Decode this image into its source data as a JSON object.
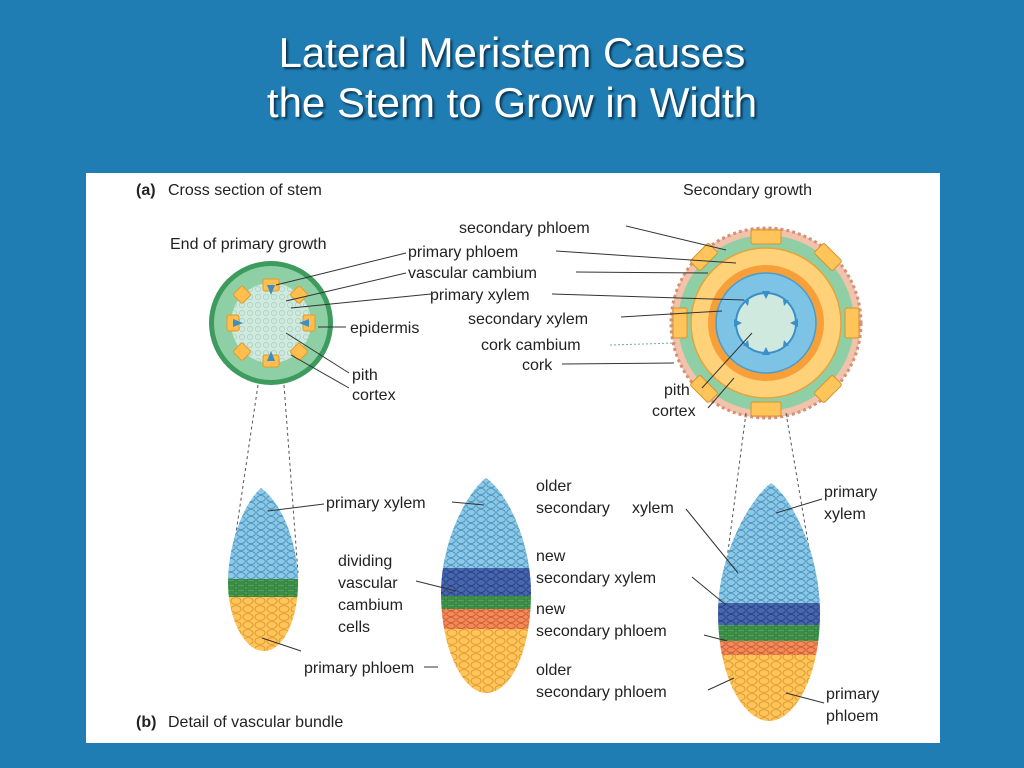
{
  "slide": {
    "title_line1": "Lateral Meristem Causes",
    "title_line2": "the Stem to Grow in Width"
  },
  "panel_a": {
    "letter": "(a)",
    "caption": "Cross section of stem",
    "left_heading": "End of primary growth",
    "right_heading": "Secondary  growth",
    "labels": {
      "secondary_phloem": "secondary phloem",
      "primary_phloem": "primary phloem",
      "vascular_cambium": "vascular cambium",
      "primary_xylem": "primary xylem",
      "secondary_xylem": "secondary xylem",
      "cork_cambium": "cork cambium",
      "cork": "cork",
      "epidermis": "epidermis",
      "pith_left": "pith",
      "cortex_left": "cortex",
      "pith_right": "pith",
      "cortex_right": "cortex"
    }
  },
  "panel_b": {
    "letter": "(b)",
    "caption": "Detail of vascular bundle",
    "labels": {
      "primary_xylem_left": "primary xylem",
      "dividing": "dividing",
      "vascular": "vascular",
      "cambium": "cambium",
      "cells": "cells",
      "primary_phloem_left": "primary phloem",
      "older_sx_1": "older",
      "older_sx_2": "secondary",
      "older_sx_3": "xylem",
      "new_sx_1": "new",
      "new_sx_2": "secondary  xylem",
      "new_sp_1": "new",
      "new_sp_2": "secondary phloem",
      "older_sp_1": "older",
      "older_sp_2": "secondary  phloem",
      "primary_xylem_right_1": "primary",
      "primary_xylem_right_2": "xylem",
      "primary_phloem_right_1": "primary",
      "primary_phloem_right_2": "phloem"
    }
  },
  "colors": {
    "background": "#1f7db4",
    "xylem": "#8ec8e4",
    "new_xylem": "#3f5da6",
    "cambium": "#3e9b4c",
    "phloem": "#ffbe4d",
    "cortex": "#8fcfa5",
    "cork": "#e8a888"
  }
}
